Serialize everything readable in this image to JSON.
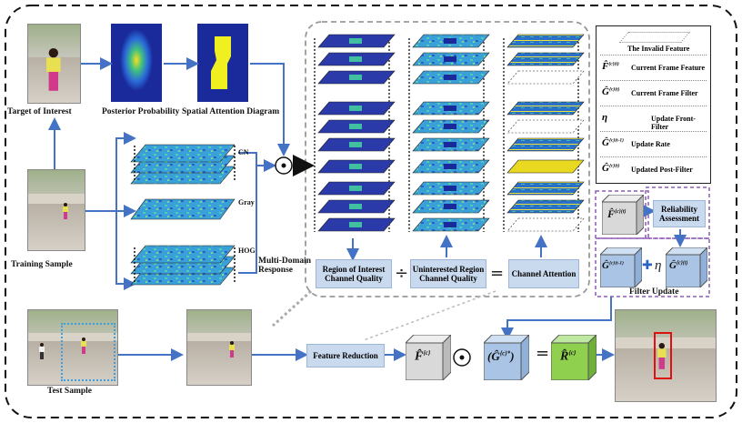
{
  "labels": {
    "target_of_interest": "Target of Interest",
    "posterior_probability": "Posterior Probability",
    "spatial_attention_diagram": "Spatial Attention Diagram",
    "training_sample": "Training Sample",
    "test_sample": "Test Sample",
    "cn": "CN",
    "gray": "Gray",
    "hog": "HOG",
    "multi_domain_response": "Multi-Domain Response",
    "region_of_interest_quality": "Region of Interest Channel Quality",
    "uninterested_region_quality": "Uninterested Region Channel Quality",
    "channel_attention": "Channel Attention",
    "reliability_assessment": "Reliability Assessment",
    "filter_update": "Filter Update",
    "feature_reduction": "Feature Reduction"
  },
  "operators": {
    "hadamard": "⊙",
    "divide": "÷",
    "equals": "=",
    "plus": "✚",
    "eta": "η"
  },
  "legend": {
    "items": [
      {
        "symbol": "",
        "text": "The Invalid Feature"
      },
      {
        "symbol": "F̂",
        "sup": "{c}(t)",
        "text": "Current Frame Feature"
      },
      {
        "symbol": "Ĝ",
        "sup": "{c}(t)",
        "text": "Current Frame Filter"
      },
      {
        "symbol": "η",
        "sup": "",
        "text": "Update Front-Filter"
      },
      {
        "symbol": "Ĝ",
        "sup": "{c}(t-1)",
        "text": "Update Rate"
      },
      {
        "symbol": "Ĝ",
        "sup": "{c}(t)",
        "text": "Updated Post-Filter"
      }
    ]
  },
  "cubes": {
    "reliability_F": "F̂",
    "reliability_F_sup": "{c}(t)",
    "update_G_prev": "Ĝ",
    "update_G_prev_sup": "{c}(t-1)",
    "update_G_cur": "Ĝ",
    "update_G_cur_sup": "{c}(t)",
    "bottom_F": "F̂",
    "bottom_F_sup": "{c}",
    "bottom_G": "Ĝ",
    "bottom_G_sup": "{c}*",
    "bottom_R": "R̂",
    "bottom_R_sup": "{c}"
  },
  "colors": {
    "arrow": "#4472c4",
    "box_fill": "#c9d9ee",
    "cube_gray": "#d9d9d9",
    "cube_blue": "#a9c4e4",
    "cube_green": "#8fd14f",
    "dash_purple": "#8e5bb5",
    "tracking_box": "#e01010",
    "test_box": "#3aa0e0"
  }
}
